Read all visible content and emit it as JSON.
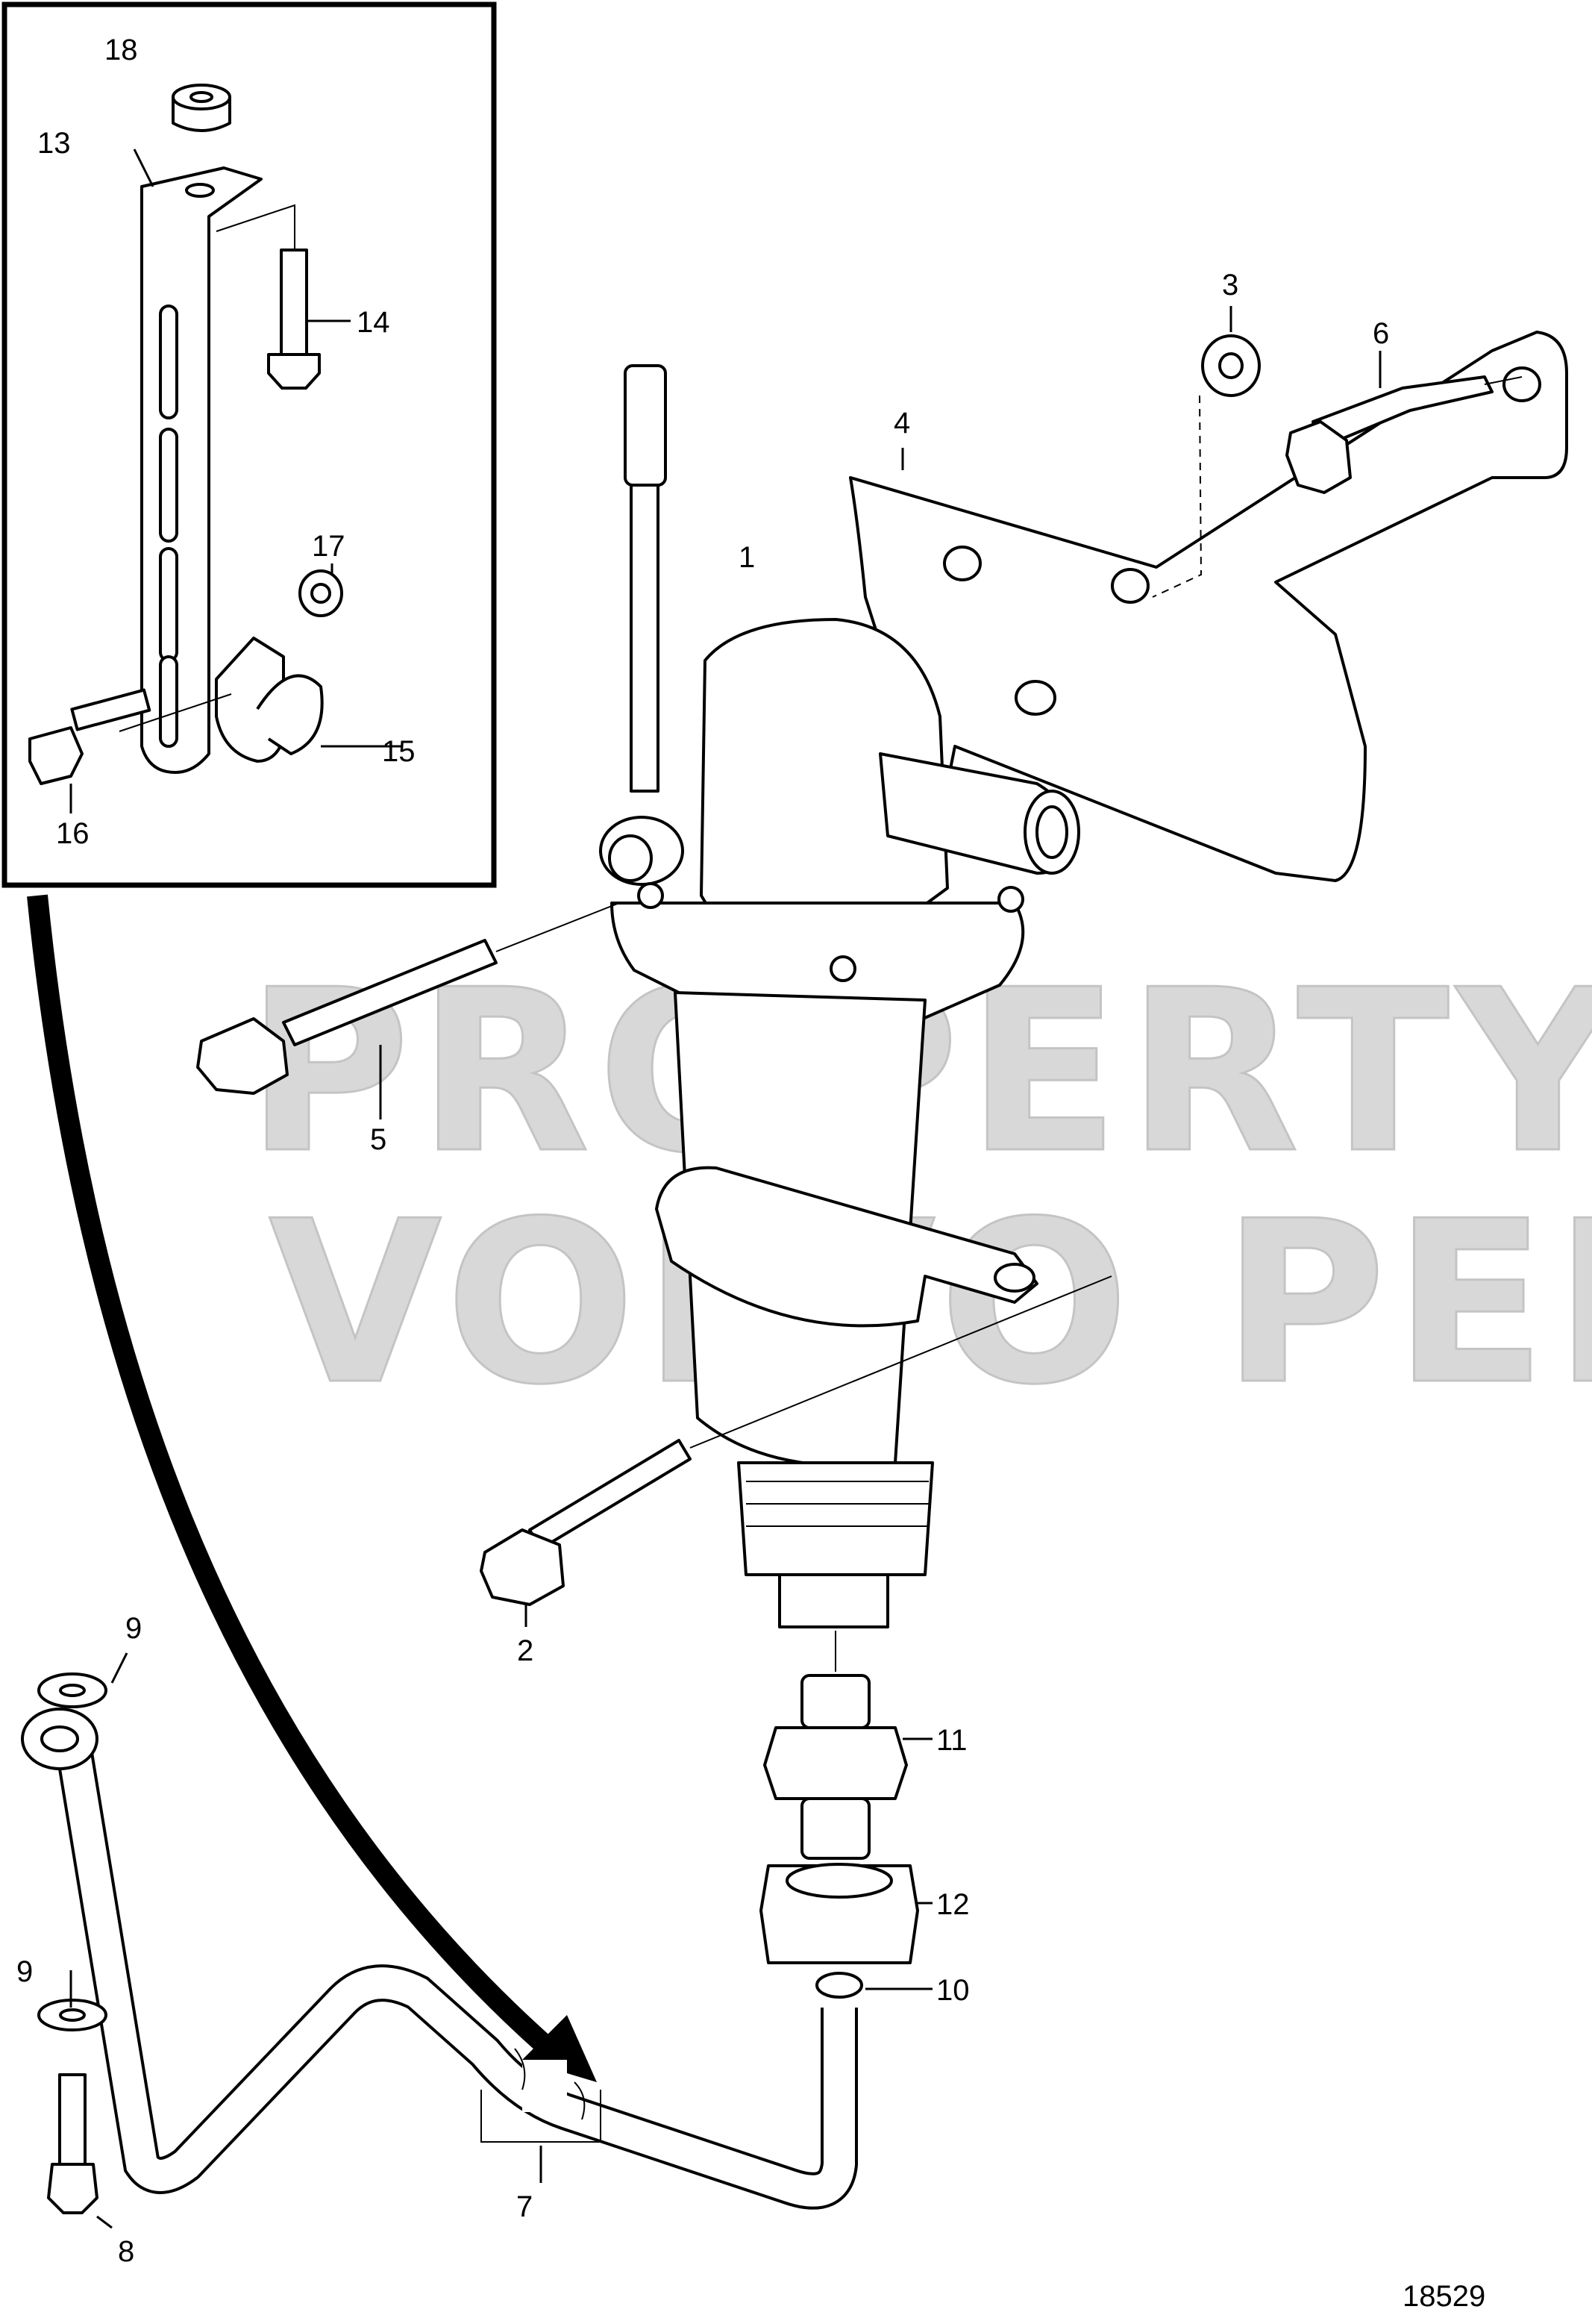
{
  "drawing_number": "18529",
  "watermark": {
    "line1": "PROPERTY OF",
    "line2": "VOLVO PENTA"
  },
  "callouts": {
    "c1": "1",
    "c2": "2",
    "c3": "3",
    "c4": "4",
    "c5": "5",
    "c6": "6",
    "c7": "7",
    "c8": "8",
    "c9a": "9",
    "c9b": "9",
    "c10": "10",
    "c11": "11",
    "c12": "12",
    "c13": "13",
    "c14": "14",
    "c15": "15",
    "c16": "16",
    "c17": "17",
    "c18": "18"
  }
}
